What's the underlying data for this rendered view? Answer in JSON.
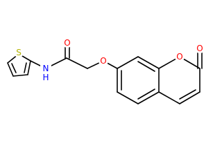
{
  "colors": {
    "background": "#ffffff",
    "bond": "#000000",
    "oxygen": "#ff0000",
    "nitrogen": "#0000ff",
    "sulfur": "#b2b200"
  },
  "atoms": {
    "sulfur": "S",
    "amide_nitrogen": "N",
    "amide_hydrogen": "H",
    "carbonyl_oxygen": "O",
    "ether_oxygen": "O",
    "ring_oxygen": "O",
    "lactone_carbonyl_oxygen": "O"
  }
}
